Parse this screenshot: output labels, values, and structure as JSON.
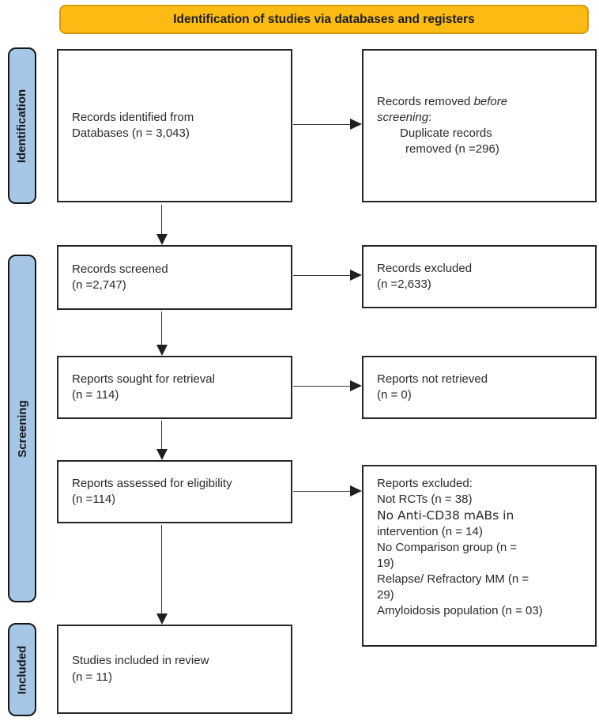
{
  "banner": {
    "title": "Identification of studies via databases and registers"
  },
  "stages": {
    "identification": "Identification",
    "screening": "Screening",
    "included": "Included"
  },
  "colors": {
    "banner_fill": "#FBBB12",
    "banner_border": "#D9990D",
    "stage_fill": "#A5C6E5",
    "box_border": "#262626",
    "arrow": "#1f1f1f"
  },
  "boxes": {
    "records_identified": {
      "text": "Records identified from\nDatabases (n = 3,043)"
    },
    "records_removed": {
      "prefix": "Records removed ",
      "italic": "before\nscreening",
      "suffix": ":",
      "sub_line1": "Duplicate records",
      "sub_line2": "removed (n =296)"
    },
    "records_screened": {
      "text": "Records screened\n(n =2,747)"
    },
    "records_excluded": {
      "text": "Records excluded\n(n =2,633)"
    },
    "reports_sought": {
      "text": "Reports sought for retrieval\n(n = 114)"
    },
    "reports_not_retrieved": {
      "text": "Reports not retrieved\n(n = 0)"
    },
    "reports_assessed": {
      "text": "Reports assessed for eligibility\n(n =114)"
    },
    "reports_excluded": {
      "title": "Reports excluded:",
      "items": [
        "Not RCTs (n = 38)",
        "No Anti-CD38 mABs in",
        "intervention (n = 14)",
        "No Comparison group (n =\n19)",
        "Relapse/ Refractory MM (n =\n29)",
        "Amyloidosis population (n = 03)"
      ]
    },
    "studies_included": {
      "text": "Studies included in review\n(n = 11)"
    }
  }
}
